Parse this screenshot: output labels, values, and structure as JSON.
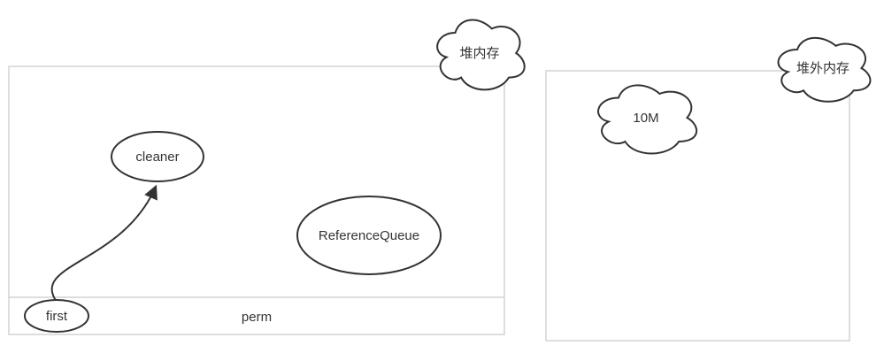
{
  "diagram": {
    "heap": {
      "cloud_label": "堆内存",
      "cleaner_label": "cleaner",
      "reference_queue_label": "ReferenceQueue",
      "first_label": "first",
      "perm_label": "perm"
    },
    "offheap": {
      "cloud_label": "堆外内存",
      "size_label": "10M"
    },
    "colors": {
      "background": "#ffffff",
      "container_stroke": "#d3d3d3",
      "shape_stroke": "#333333",
      "text": "#333333"
    }
  }
}
